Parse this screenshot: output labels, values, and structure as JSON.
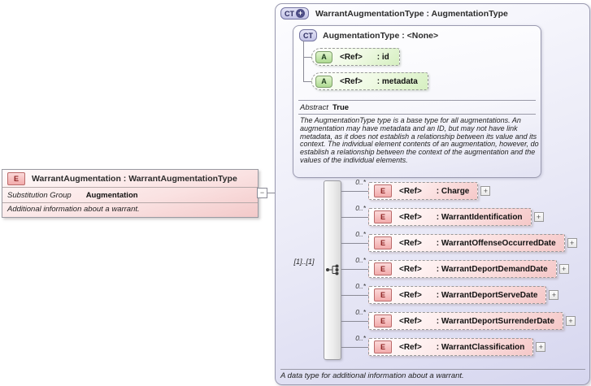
{
  "source_element": {
    "badge": "E",
    "title": "WarrantAugmentation : WarrantAugmentationType",
    "substitution_label": "Substitution Group",
    "substitution_value": "Augmentation",
    "description": "Additional information about a warrant.",
    "collapse_glyph": "−"
  },
  "panel": {
    "badge": "CT",
    "badge_plus": "+",
    "title": "WarrantAugmentationType : AugmentationType",
    "footer": "A data type for additional information about a warrant.",
    "base_type": {
      "badge": "CT",
      "title": "AugmentationType : <None>",
      "attributes": [
        {
          "badge": "A",
          "ref": "<Ref>",
          "name": ": id"
        },
        {
          "badge": "A",
          "ref": "<Ref>",
          "name": ": metadata"
        }
      ],
      "abstract_label": "Abstract",
      "abstract_value": "True",
      "description": "The AugmentationType type is a base type for all augmentations. An augmentation may have metadata and an ID, but may not have link metadata, as it does not establish a relationship between its value and its context. The individual element contents of an augmentation, however, do establish a relationship between the context of the augmentation and the values of the individual elements."
    },
    "sequence": {
      "cardinality": "[1]..[1]",
      "expand_glyph": "+",
      "elements": [
        {
          "badge": "E",
          "occurs": "0..*",
          "ref": "<Ref>",
          "name": ": Charge"
        },
        {
          "badge": "E",
          "occurs": "0..*",
          "ref": "<Ref>",
          "name": ": WarrantIdentification"
        },
        {
          "badge": "E",
          "occurs": "0..*",
          "ref": "<Ref>",
          "name": ": WarrantOffenseOccurredDate"
        },
        {
          "badge": "E",
          "occurs": "0..*",
          "ref": "<Ref>",
          "name": ": WarrantDeportDemandDate"
        },
        {
          "badge": "E",
          "occurs": "0..*",
          "ref": "<Ref>",
          "name": ": WarrantDeportServeDate"
        },
        {
          "badge": "E",
          "occurs": "0..*",
          "ref": "<Ref>",
          "name": ": WarrantDeportSurrenderDate"
        },
        {
          "badge": "E",
          "occurs": "0..*",
          "ref": "<Ref>",
          "name": ": WarrantClassification"
        }
      ]
    }
  },
  "colors": {
    "element_accent": "#f5c8c8",
    "attribute_accent": "#d5efc0",
    "type_accent": "#c3c3e6",
    "connector": "#8a8a96"
  }
}
